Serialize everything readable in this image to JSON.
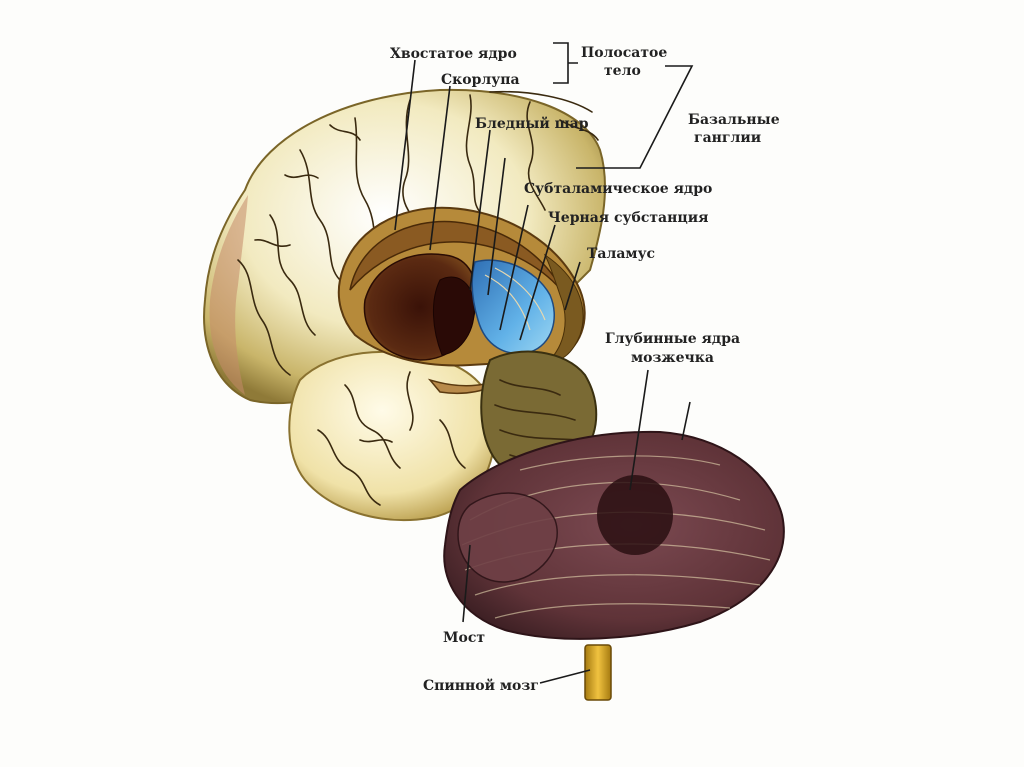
{
  "figure": {
    "labels": {
      "caudate": "Хвостатое ядро",
      "putamen": "Скорлупа",
      "striatum": "Полосатое тело",
      "globus_pallidus": "Бледный шар",
      "basal_ganglia": "Базальные ганглии",
      "subthalamic": "Субталамическое ядро",
      "substantia_nigra": "Черная субстанция",
      "thalamus": "Таламус",
      "cerebellar_nuclei": "Глубинные ядра мозжечка",
      "pons": "Мост",
      "spinal_cord": "Спинной мозг"
    },
    "colors": {
      "cortex": "#f4edc4",
      "cortex_shadow": "#a89248",
      "cerebellum": "#6b3f44",
      "nuclei": "#4a1c14",
      "thalamus": "#4e9ad6",
      "brainstem": "#6a5a2a",
      "spinal_cord": "#d8a62a"
    }
  }
}
